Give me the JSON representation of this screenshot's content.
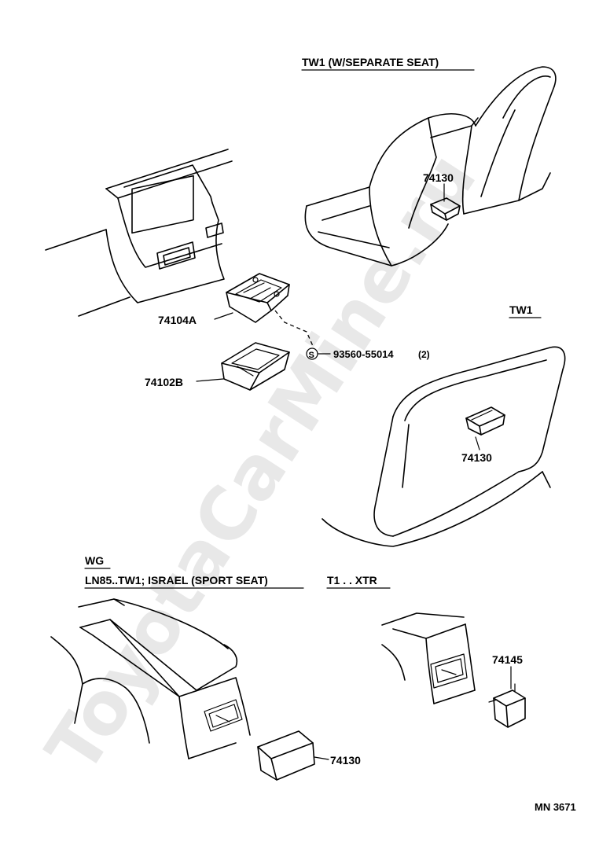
{
  "headers": {
    "separate_seat": "TW1 (W/SEPARATE SEAT)",
    "tw1": "TW1",
    "wg": "WG",
    "sport_seat": "LN85..TW1; ISRAEL (SPORT  SEAT)",
    "t1_xtr": "T1 . . XTR"
  },
  "parts": {
    "p74130_seat": "74130",
    "p74104a": "74104A",
    "p93560": "93560-55014",
    "p93560_qty": "(2)",
    "p74102b": "74102B",
    "p74130_panel": "74130",
    "p74130_console": "74130",
    "p74145": "74145"
  },
  "screw_symbol": "S",
  "footer_code": "MN  3671",
  "watermark": "ToyotaCarMine.ru",
  "colors": {
    "line": "#000000",
    "background": "#ffffff",
    "watermark": "#e8e8e8"
  }
}
